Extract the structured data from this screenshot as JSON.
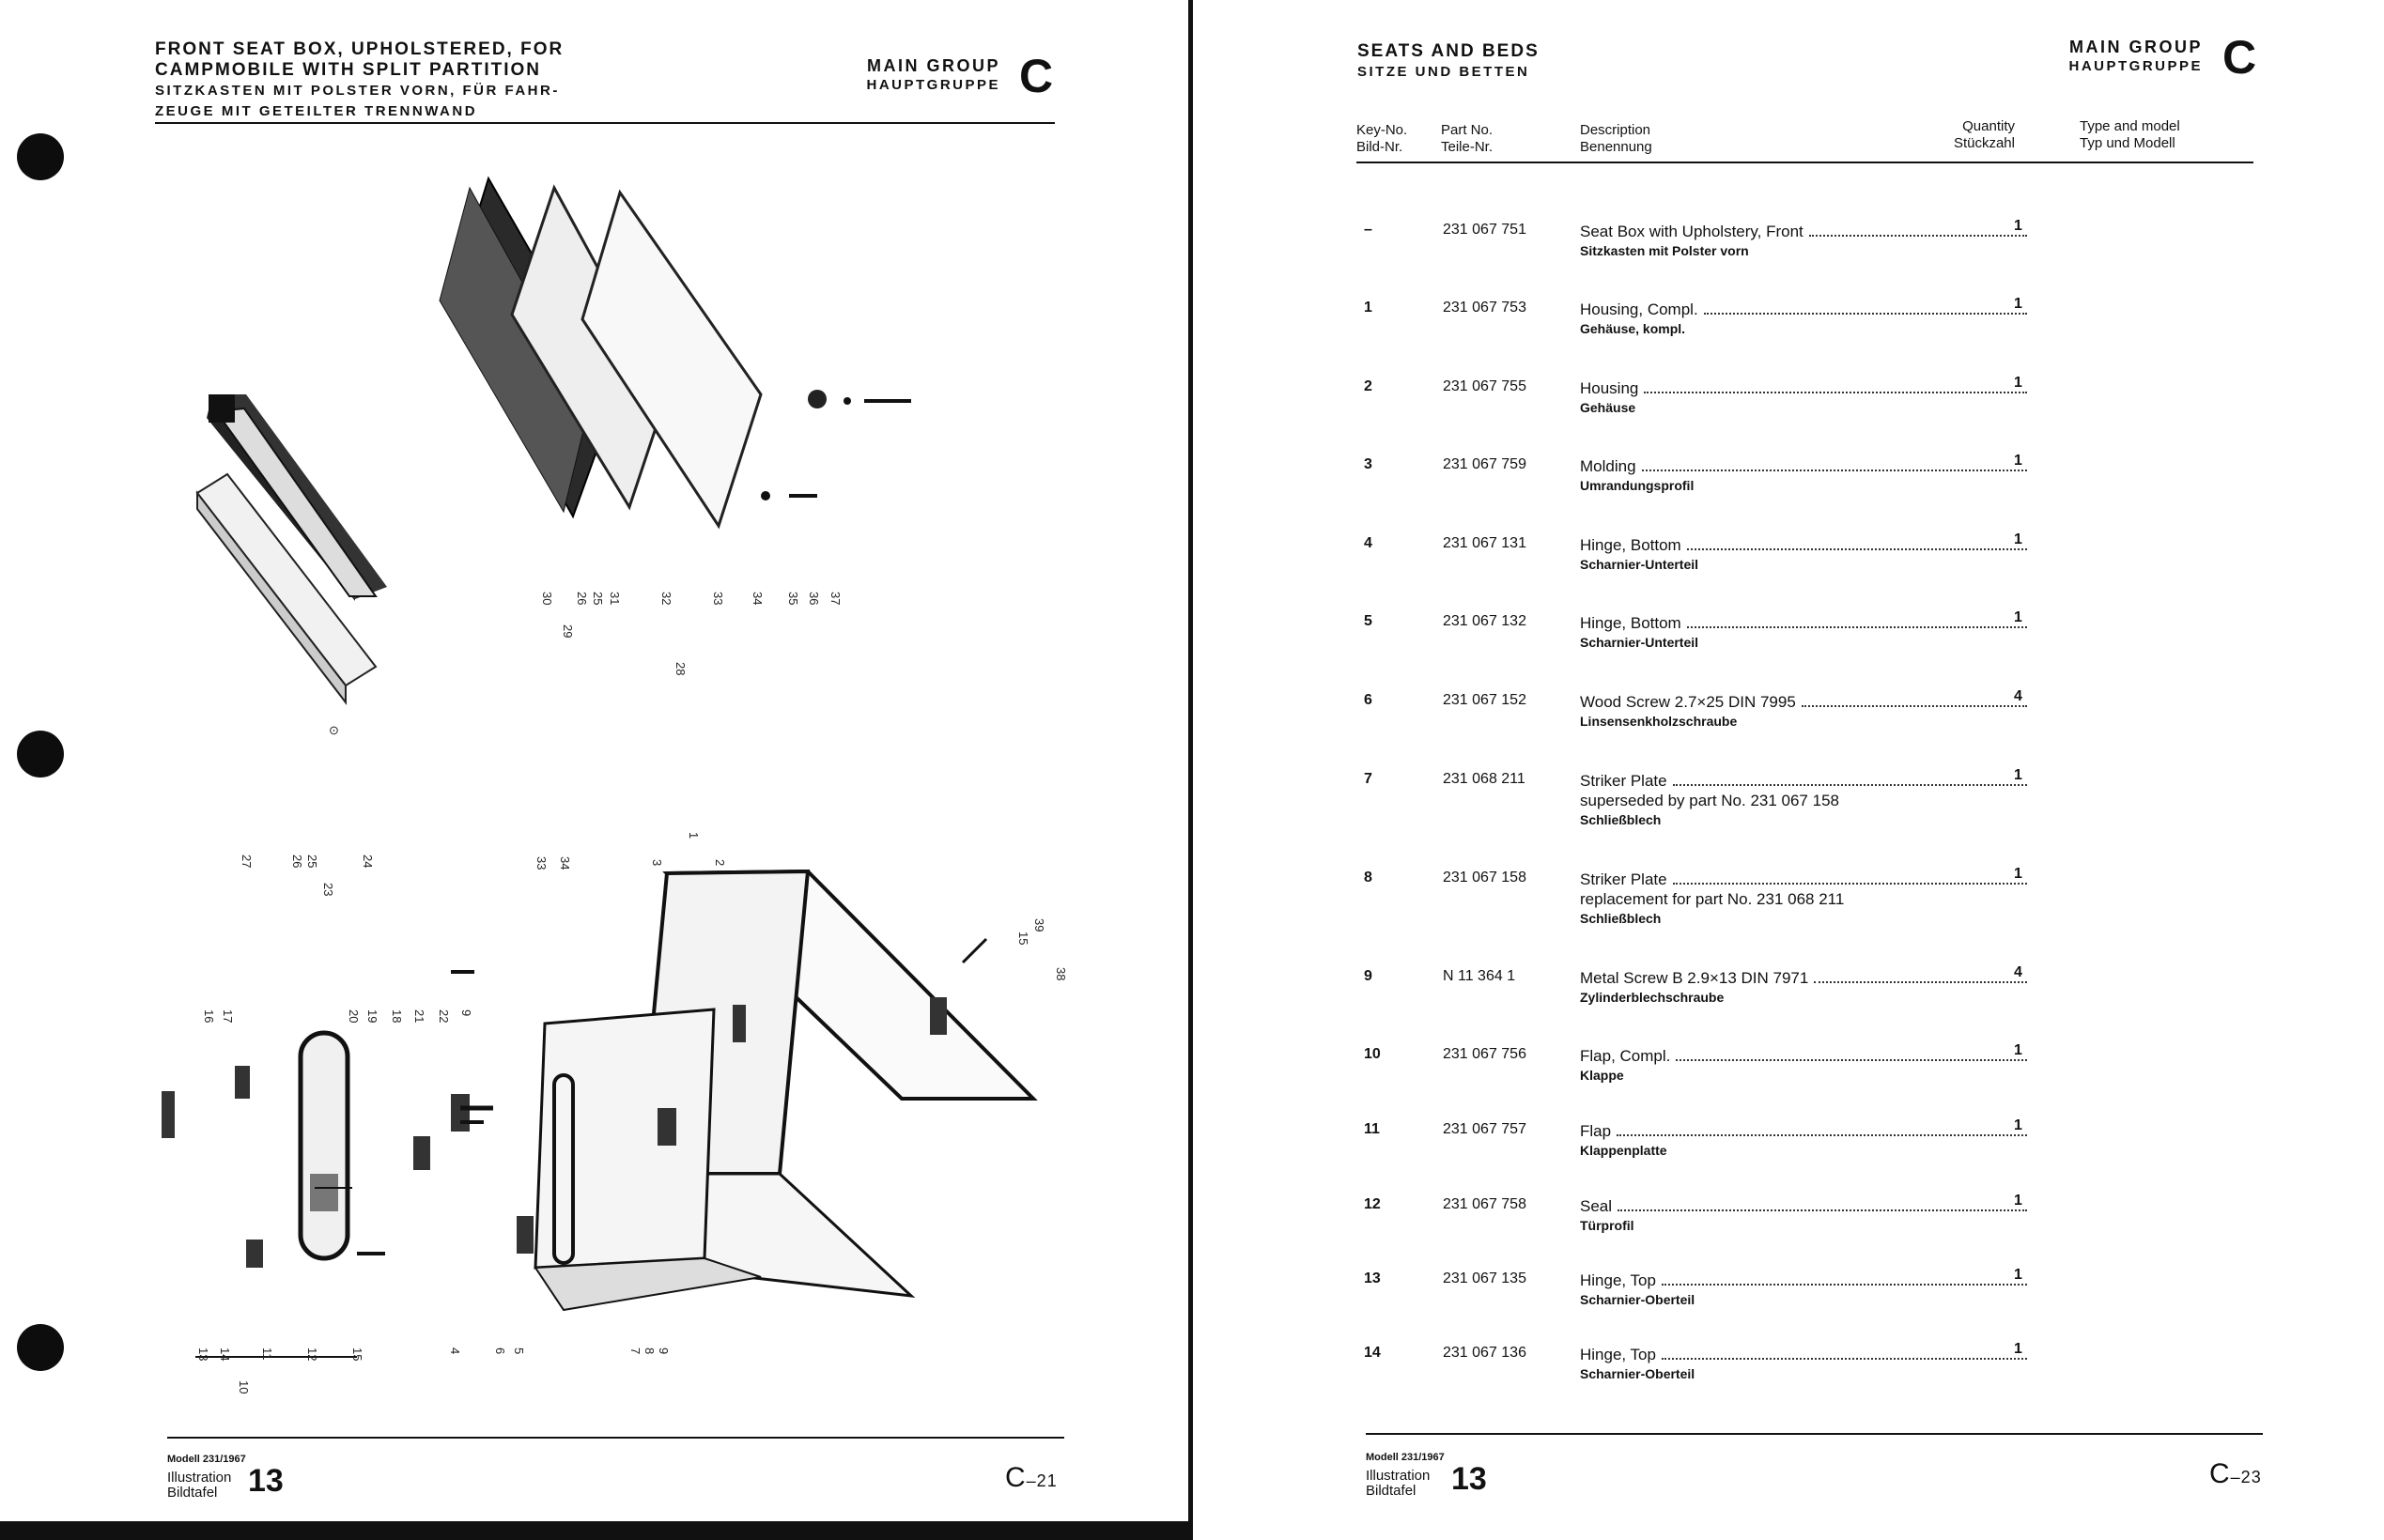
{
  "left_page": {
    "title_en": [
      "FRONT SEAT BOX, UPHOLSTERED, FOR",
      "CAMPMOBILE WITH SPLIT PARTITION"
    ],
    "title_de": [
      "SITZKASTEN MIT POLSTER VORN, FÜR FAHR-",
      "ZEUGE MIT GETEILTER TRENNWAND"
    ],
    "main_group_en": "MAIN GROUP",
    "main_group_de": "HAUPTGRUPPE",
    "group_letter": "C",
    "callouts_top": [
      "30",
      "29",
      "26",
      "25",
      "31",
      "32",
      "33",
      "34",
      "35",
      "36",
      "37",
      "28"
    ],
    "callouts_mid": [
      "27",
      "26",
      "25",
      "23",
      "24",
      "33",
      "34",
      "3",
      "2",
      "1",
      "39",
      "15",
      "38"
    ],
    "callouts_bottom": [
      "16",
      "17",
      "20",
      "19",
      "18",
      "21",
      "22",
      "9",
      "13",
      "14",
      "11",
      "12",
      "15",
      "10",
      "4",
      "6",
      "5",
      "7",
      "8",
      "9"
    ],
    "footer_model": "Modell 231/1967",
    "footer_illustration": "Illustration",
    "footer_bildtafel": "Bildtafel",
    "footer_plate": "13",
    "page_prefix": "C",
    "page_suffix": "–21"
  },
  "right_page": {
    "title_en": "SEATS AND BEDS",
    "title_de": "SITZE UND BETTEN",
    "main_group_en": "MAIN GROUP",
    "main_group_de": "HAUPTGRUPPE",
    "group_letter": "C",
    "columns": {
      "key": [
        "Key-No.",
        "Bild-Nr."
      ],
      "part": [
        "Part No.",
        "Teile-Nr."
      ],
      "desc": [
        "Description",
        "Benennung"
      ],
      "qty": [
        "Quantity",
        "Stückzahl"
      ],
      "type": [
        "Type and model",
        "Typ und Modell"
      ]
    },
    "rows": [
      {
        "key": "–",
        "part": "231 067 751",
        "desc_en": "Seat Box with Upholstery, Front",
        "desc_de": "Sitzkasten mit Polster vorn",
        "qty": "1"
      },
      {
        "key": "1",
        "part": "231 067 753",
        "desc_en": "Housing, Compl.",
        "desc_de": "Gehäuse, kompl.",
        "qty": "1"
      },
      {
        "key": "2",
        "part": "231 067 755",
        "desc_en": "Housing",
        "desc_de": "Gehäuse",
        "qty": "1"
      },
      {
        "key": "3",
        "part": "231 067 759",
        "desc_en": "Molding",
        "desc_de": "Umrandungsprofil",
        "qty": "1"
      },
      {
        "key": "4",
        "part": "231 067 131",
        "desc_en": "Hinge, Bottom",
        "desc_de": "Scharnier-Unterteil",
        "qty": "1"
      },
      {
        "key": "5",
        "part": "231 067 132",
        "desc_en": "Hinge, Bottom",
        "desc_de": "Scharnier-Unterteil",
        "qty": "1"
      },
      {
        "key": "6",
        "part": "231 067 152",
        "desc_en": "Wood Screw 2.7×25 DIN 7995",
        "desc_de": "Linsensenkholzschraube",
        "qty": "4"
      },
      {
        "key": "7",
        "part": "231 068 211",
        "desc_en": "Striker Plate",
        "desc_note": "superseded by part No. 231 067 158",
        "desc_de": "Schließblech",
        "qty": "1"
      },
      {
        "key": "8",
        "part": "231 067 158",
        "desc_en": "Striker Plate",
        "desc_note": "replacement for part No. 231 068 211",
        "desc_de": "Schließblech",
        "qty": "1"
      },
      {
        "key": "9",
        "part": "N 11 364 1",
        "desc_en": "Metal Screw B 2.9×13 DIN 7971",
        "desc_de": "Zylinderblechschraube",
        "qty": "4"
      },
      {
        "key": "10",
        "part": "231 067 756",
        "desc_en": "Flap, Compl.",
        "desc_de": "Klappe",
        "qty": "1"
      },
      {
        "key": "11",
        "part": "231 067 757",
        "desc_en": "Flap",
        "desc_de": "Klappenplatte",
        "qty": "1"
      },
      {
        "key": "12",
        "part": "231 067 758",
        "desc_en": "Seal",
        "desc_de": "Türprofil",
        "qty": "1"
      },
      {
        "key": "13",
        "part": "231 067 135",
        "desc_en": "Hinge, Top",
        "desc_de": "Scharnier-Oberteil",
        "qty": "1"
      },
      {
        "key": "14",
        "part": "231 067 136",
        "desc_en": "Hinge, Top",
        "desc_de": "Scharnier-Oberteil",
        "qty": "1"
      }
    ],
    "footer_model": "Modell 231/1967",
    "footer_illustration": "Illustration",
    "footer_bildtafel": "Bildtafel",
    "footer_plate": "13",
    "page_prefix": "C",
    "page_suffix": "–23"
  }
}
